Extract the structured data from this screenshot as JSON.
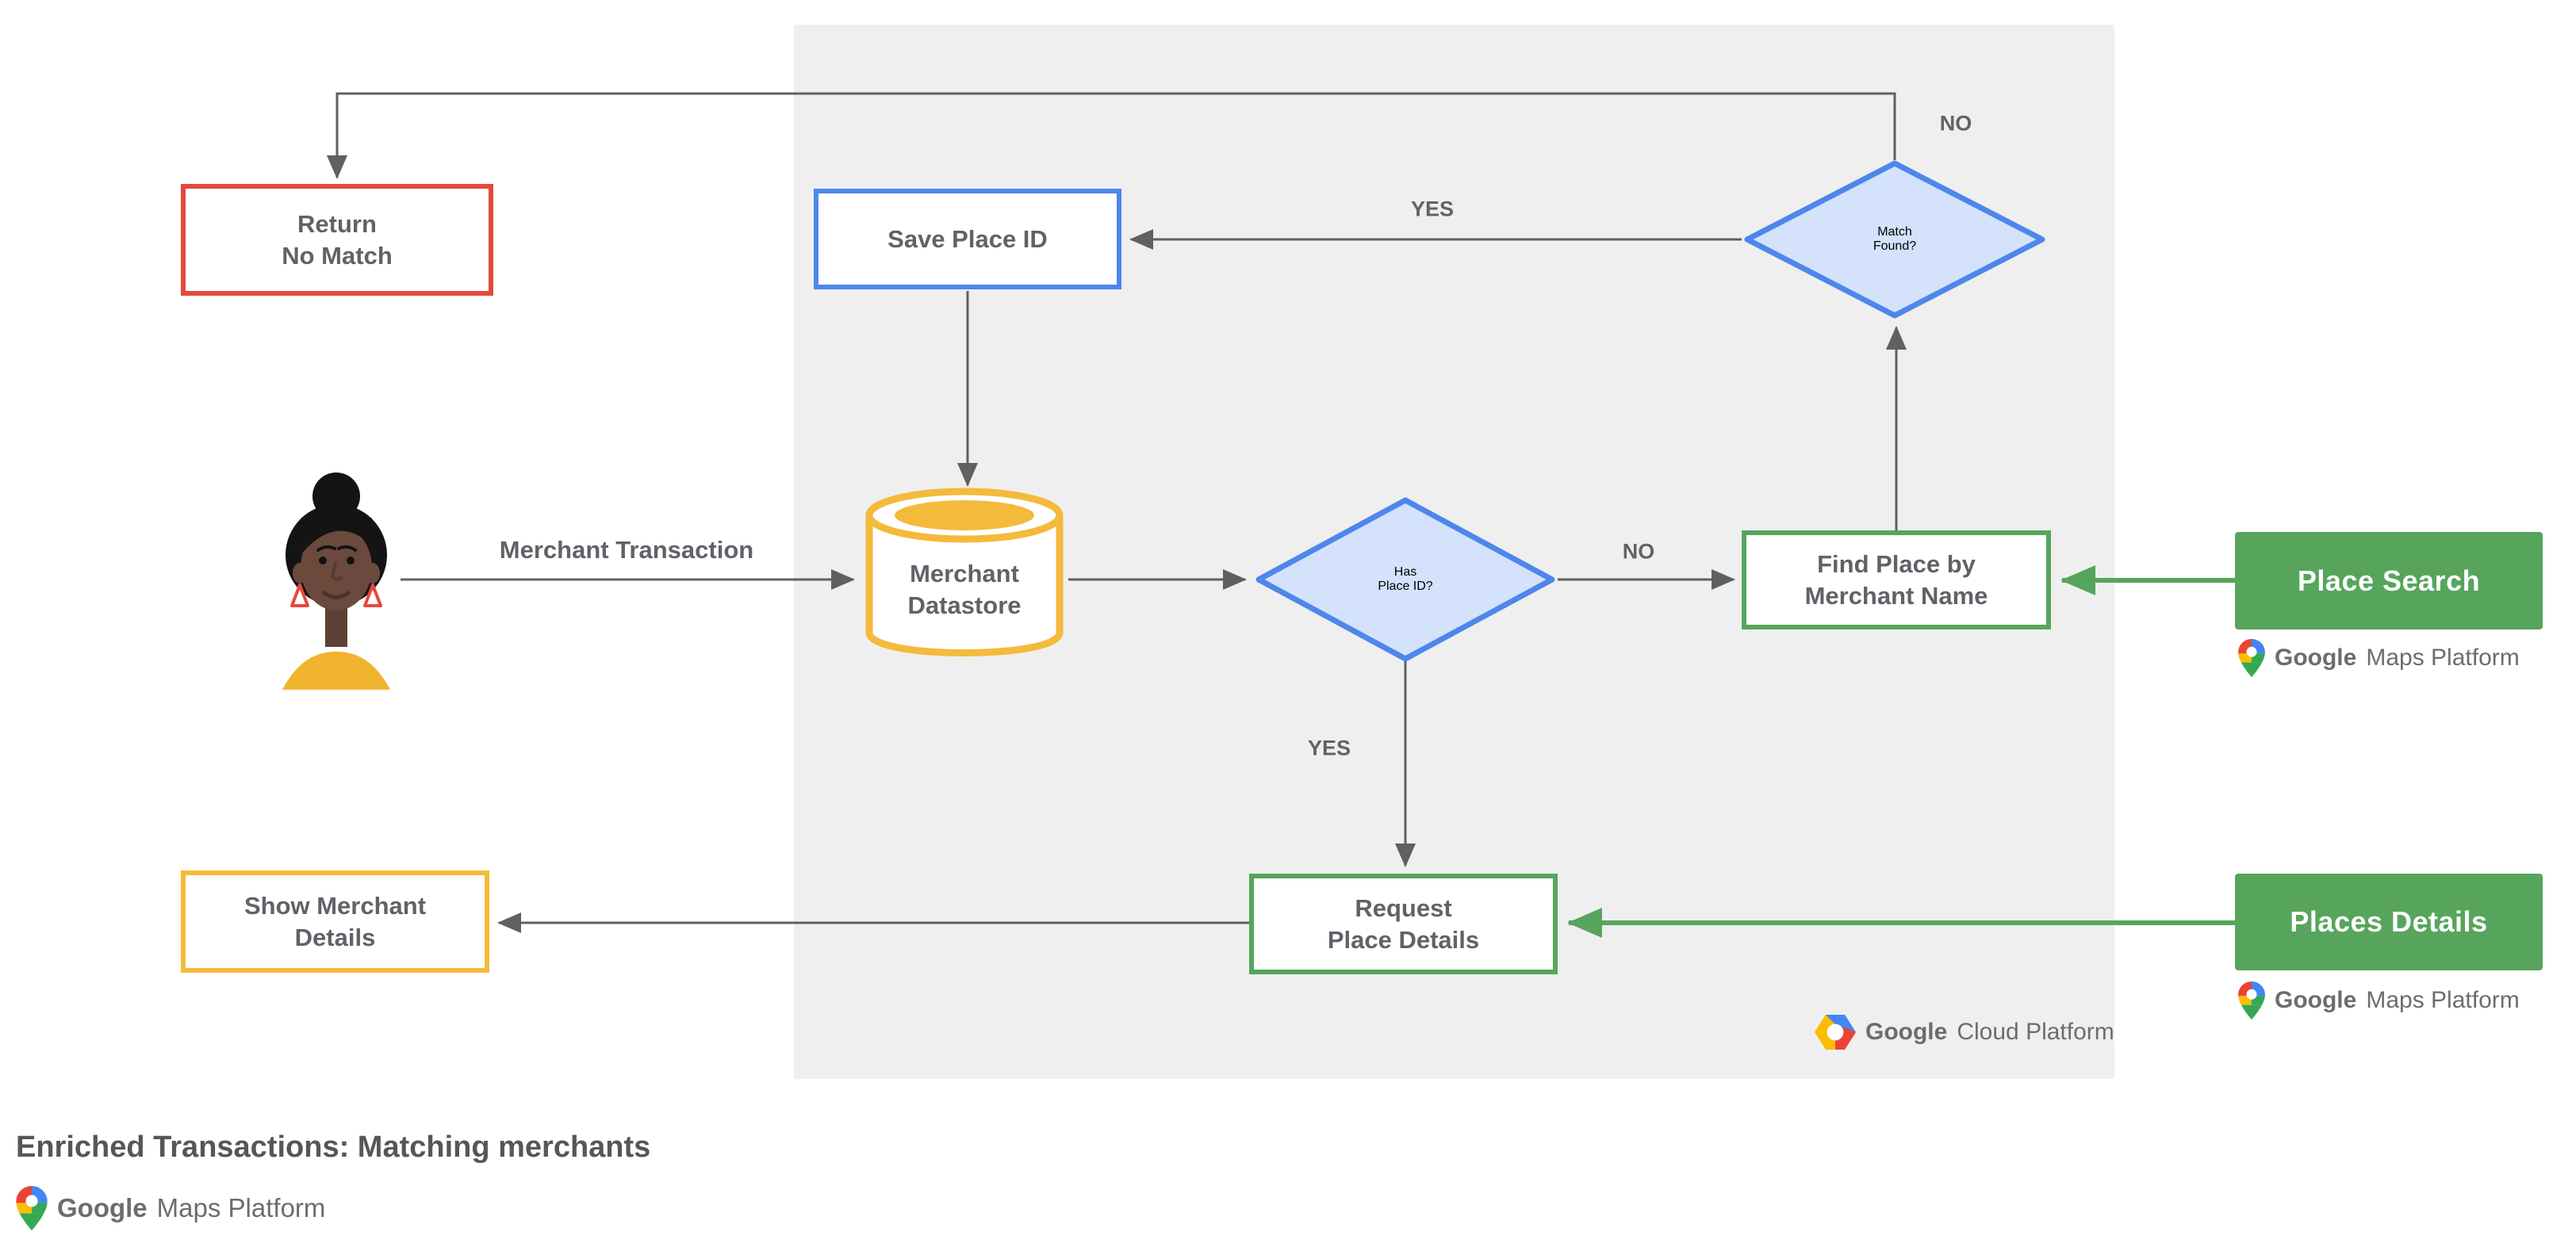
{
  "title": "Enriched Transactions: Matching merchants",
  "nodes": {
    "return_no_match": {
      "line1": "Return",
      "line2": "No Match"
    },
    "save_place_id": {
      "label": "Save Place ID"
    },
    "match_found": {
      "line1": "Match",
      "line2": "Found?"
    },
    "merchant_datastore": {
      "line1": "Merchant",
      "line2": "Datastore"
    },
    "has_place_id": {
      "line1": "Has",
      "line2": "Place ID?"
    },
    "find_place_by_merchant_name": {
      "line1": "Find Place by",
      "line2": "Merchant Name"
    },
    "place_search": {
      "label": "Place Search"
    },
    "request_place_details": {
      "line1": "Request",
      "line2": "Place Details"
    },
    "show_merchant_details": {
      "line1": "Show Merchant",
      "line2": "Details"
    },
    "places_details": {
      "label": "Places Details"
    }
  },
  "edge_labels": {
    "match_found_no": "NO",
    "match_found_yes": "YES",
    "has_place_id_no": "NO",
    "has_place_id_yes": "YES",
    "merchant_transaction": "Merchant Transaction"
  },
  "logos": {
    "google_cloud_platform": {
      "part1": "Google",
      "part2": "Cloud Platform"
    },
    "google_maps_platform": {
      "part1": "Google",
      "part2": "Maps Platform"
    }
  },
  "colors": {
    "red": "#E5493D",
    "blue": "#4E86EC",
    "blue-fill": "#D4E2FC",
    "yellow": "#F4BA3B",
    "green": "#57A55C",
    "panel": "#EFEFEF",
    "line": "#606060",
    "node-text": "#5F6368",
    "logo-text": "#6A6D70",
    "title-text": "#54575A"
  }
}
